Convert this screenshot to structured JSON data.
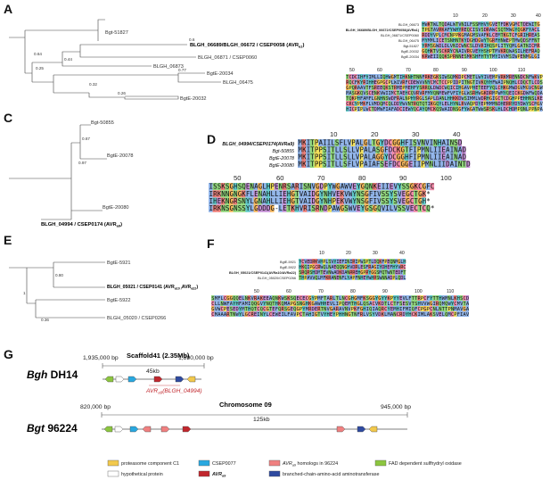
{
  "panels": {
    "A": "A",
    "B": "B",
    "C": "C",
    "D": "D",
    "E": "E",
    "F": "F",
    "G": "G"
  },
  "treeA": {
    "leaves": [
      "Bgt-51827",
      "BLGH_06689/BLGH_06672 / CSEP0058 (AVR",
      "BLGH_06871 / CSEP0060",
      "BLGH_06873",
      "BgtE-20034",
      "BLGH_06475",
      "BgtE-20032"
    ],
    "avr_sub": "a1",
    "support": [
      "0.64",
      "0.44",
      "0.6",
      "0.25",
      "0.77",
      "0.32",
      "0.26"
    ]
  },
  "treeC": {
    "leaves": [
      "Bgt-50855",
      "BgtE-20078",
      "BgtE-20080",
      "BLGH_04994 / CSEP0174 (AVR"
    ],
    "avr_sub": "a9",
    "support": [
      "0.67",
      "0.97"
    ]
  },
  "treeE": {
    "leaves": [
      "BgtE-5921",
      "BLGH_05021 / CSEP0141 (AVR",
      "BgtE-5922",
      "BLGH_05020 / CSEP0266"
    ],
    "avr_sub": "a10 /",
    "avr_sub2": "a22",
    "support": [
      "0.80",
      "1",
      "0.36"
    ]
  },
  "alignB": {
    "names": [
      "BLGH_06673",
      "BLGH_06689/BLGH_06672/CSEP0058(AVRa1)",
      "BLGH_06871/CSEP0060",
      "BLGH_06475",
      "Bgt-51827",
      "BgtE-20032",
      "BgtE-20034"
    ],
    "ruler1": [
      "10",
      "20",
      "30",
      "40"
    ],
    "ruler2": [
      "50",
      "60",
      "70",
      "80",
      "90",
      "100",
      "110"
    ]
  },
  "alignD": {
    "names": [
      "BLGH_04994/CSEP0174(AVRa9)",
      "Bgt-50855",
      "BgtE-20078",
      "BgtE-20080"
    ],
    "ruler1": [
      "10",
      "20",
      "30",
      "40"
    ],
    "ruler2": [
      "50",
      "60",
      "70",
      "80",
      "90",
      "100"
    ],
    "block1": [
      "MKITPAIILSFLVPALGLTGYDCGGHFISVNVINHAINSD",
      "MKITPPSITLLSLLVPALASGFDCKGTFIPMNLIIEAINAD",
      "MKITPPSITLLSLLVPALAGGYDCGGHFIPMNLIIEAINAD",
      "MKITPPSITLLSFLVPAIAFSEFDCGGEIIPMNLIIDAINTD"
    ],
    "block2": [
      "ISSKSGHSQENAGLHPENRSARISNVGDPYWGAWVEYGQNKEIIEVYSSGKCGFC",
      "IRKNNGNGKFLENAHLLIEHGTVAIDGYNHVEKVWYNSGFIVSSYSVEGCTGK*",
      "IHEKNGRSNYLGNAHLLIEHGTVAIDGYNHPEKVWYNSGFIVSSYSVEGCTGH*",
      "IRKNSGNSSYLGDDDG-LETKHVRISRNDPAWGSWVEYGSGQVILVSSVECTCQ*"
    ]
  },
  "alignF": {
    "names": [
      "BgtE-5921",
      "BgtE-5922",
      "BLGH_05021/CSEP0141(AVRa10/AVRa22)",
      "BLGH_05020/CSEP0266"
    ],
    "ruler1": [
      "10",
      "20",
      "30",
      "40"
    ],
    "ruler2": [
      "50",
      "60",
      "70",
      "80",
      "90",
      "100",
      "110"
    ]
  },
  "genomic": {
    "bgh": {
      "title_italic": "Bgh",
      "title_rest": " DH14",
      "left_bp": "1,935,000 bp",
      "right_bp": "1,890,000 bp",
      "scaffold": "Scaffold41 (2.35Mb)",
      "span": "45kb",
      "avr_label": "AVR",
      "avr_sub": "a9",
      "avr_gene": "(BLGH_04994)"
    },
    "bgt": {
      "title_italic": "Bgt",
      "title_rest": " 96224",
      "left_bp": "820,000 bp",
      "right_bp": "945,000 bp",
      "scaffold": "Chromosome 09",
      "span": "125kb"
    }
  },
  "legend": {
    "items": [
      {
        "label": "proteasome component C1",
        "color": "#f2c94c"
      },
      {
        "label": "hypothetical protein",
        "color": "#ffffff"
      },
      {
        "label": "CSEP0077",
        "color": "#29a8e0"
      },
      {
        "label": "AVR",
        "sub": "a9",
        "color": "#c1272d"
      },
      {
        "label": "AVR",
        "sub": "a9",
        "tail": " homologs in 96224",
        "color": "#f08080"
      },
      {
        "label": "branched-chain-amino-acid aminotransferase",
        "color": "#2e4aa0"
      },
      {
        "label": "FAD dependent sulfhydryl oxidase",
        "color": "#8cc63f"
      }
    ]
  }
}
